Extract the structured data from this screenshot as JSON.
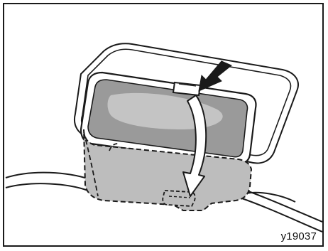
{
  "figure": {
    "reference_code": "y19037",
    "depicts": [
      "sun-visor-vanity-mirror",
      "mirror-cover",
      "push-arrow-icon",
      "fold-down-arrow-icon",
      "headliner-trim"
    ]
  },
  "colors": {
    "outline": "#1a1a1a",
    "mirror_glass": "#9a9a9a",
    "mirror_highlight": "#c4c4c4",
    "cover_shade": "#bdbdbd",
    "background": "#ffffff"
  }
}
